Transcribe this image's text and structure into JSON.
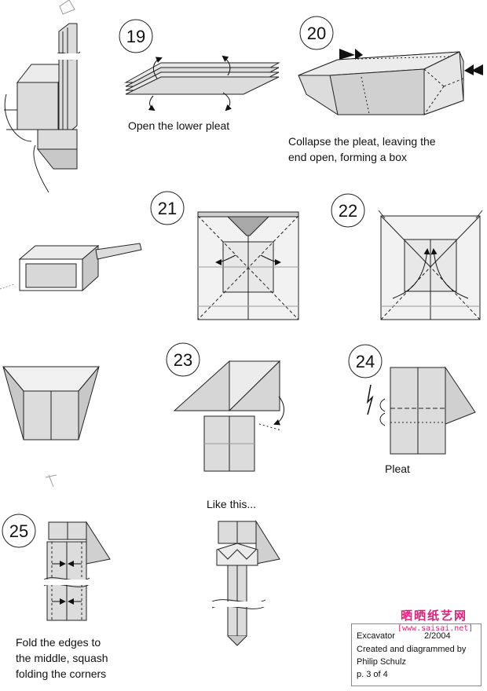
{
  "steps": [
    {
      "number": "19",
      "caption": "Open the lower pleat"
    },
    {
      "number": "20",
      "caption_line1": "Collapse the pleat, leaving the",
      "caption_line2": "end open, forming a box"
    },
    {
      "number": "21"
    },
    {
      "number": "22"
    },
    {
      "number": "23"
    },
    {
      "number": "24",
      "caption": "Pleat"
    },
    {
      "number": "25",
      "caption_line1": "Fold the edges to",
      "caption_line2": "the middle, squash",
      "caption_line3": "folding the corners"
    }
  ],
  "like_this": "Like this...",
  "info": {
    "model": "Excavator",
    "date": "2/2004",
    "credit": "Created and diagrammed by",
    "author": "Philip Schulz",
    "page": "p. 3 of 4"
  },
  "watermark": {
    "cn": "晒晒纸艺网",
    "url": "[www.saisai.net]"
  },
  "colors": {
    "paper": "#dcdcdc",
    "paper_dark": "#a8a8a8",
    "line": "#222222",
    "arrow": "#111111",
    "watermark": "#e0207a"
  }
}
